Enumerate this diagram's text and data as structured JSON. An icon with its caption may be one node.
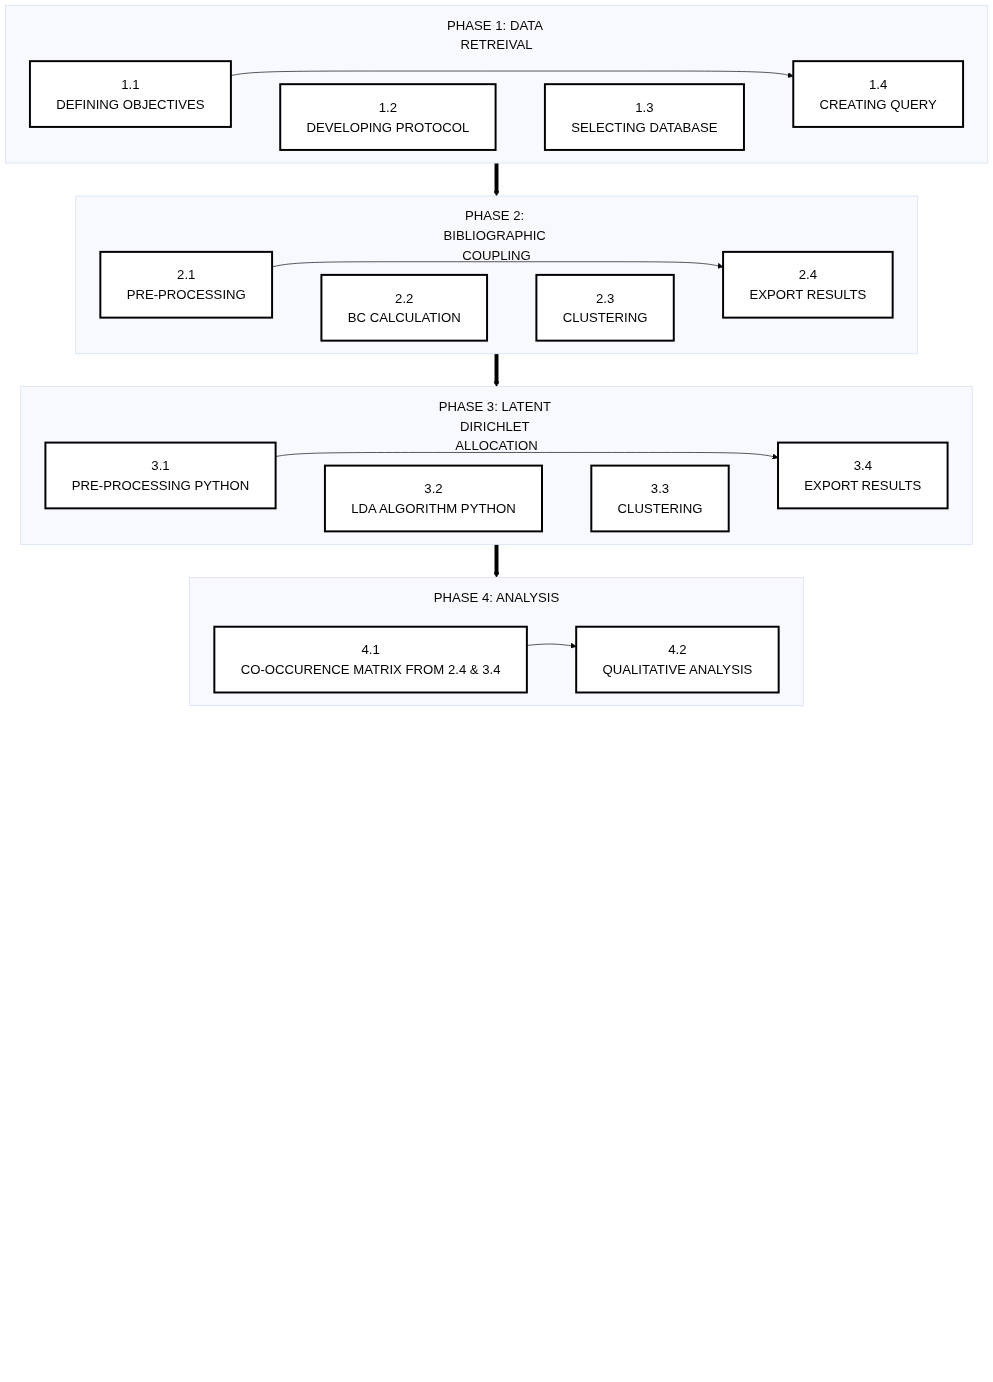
{
  "diagram": {
    "nodes": [
      {
        "text": [
          "PHASE 1: DATA RETREIVAL"
        ]
      },
      {
        "text": [
          "1.1",
          "DEFINING OBJECTIVES"
        ],
        "in": 0
      },
      {
        "text": [
          "1.2",
          "DEVELOPING PROTOCOL"
        ],
        "in": 0
      },
      {
        "text": [
          "1.3",
          "SELECTING DATABASE"
        ],
        "in": 0
      },
      {
        "text": [
          "1.4",
          "CREATING QUERY"
        ],
        "in": 0
      },
      {
        "text": [
          "PHASE 2: BIBLIOGRAPHIC COUPLING"
        ]
      },
      {
        "text": [
          "2.1",
          "PRE-PROCESSING"
        ],
        "in": 5
      },
      {
        "text": [
          "2.2",
          "BC CALCULATION"
        ],
        "in": 5
      },
      {
        "text": [
          "2.3",
          "CLUSTERING"
        ],
        "in": 5
      },
      {
        "text": [
          "2.4",
          "EXPORT RESULTS"
        ],
        "in": 5
      },
      {
        "text": [
          "PHASE 3: LATENT DIRICHLET ALLOCATION"
        ]
      },
      {
        "text": [
          "3.1",
          "PRE-PROCESSING PYTHON"
        ],
        "in": 10
      },
      {
        "text": [
          "3.2",
          "LDA ALGORITHM PYTHON"
        ],
        "in": 10
      },
      {
        "text": [
          "3.3",
          "CLUSTERING"
        ],
        "in": 10
      },
      {
        "text": [
          "3.4",
          "EXPORT RESULTS"
        ],
        "in": 10
      },
      {
        "text": [
          "PHASE 4: ANALYSIS"
        ]
      },
      {
        "text": [
          "4.1",
          "CO-OCCURENCE MATRIX FROM 2.4 & 3.4"
        ],
        "in": 15
      },
      {
        "text": [
          "4.2",
          "QUALITATIVE ANALYSIS"
        ],
        "in": 15
      }
    ],
    "edges": [
      {
        "from": 1,
        "to": 4,
        "arrow": "to"
      },
      {
        "from": 0,
        "to": 5,
        "arrow": "to",
        "style": "thick"
      },
      {
        "from": 6,
        "to": 9,
        "arrow": "to"
      },
      {
        "from": 5,
        "to": 10,
        "arrow": "to",
        "style": "thick"
      },
      {
        "from": 11,
        "to": 14,
        "arrow": "to"
      },
      {
        "from": 10,
        "to": 15,
        "arrow": "to",
        "style": "thick"
      },
      {
        "from": 16,
        "to": 17,
        "arrow": "to"
      }
    ]
  }
}
